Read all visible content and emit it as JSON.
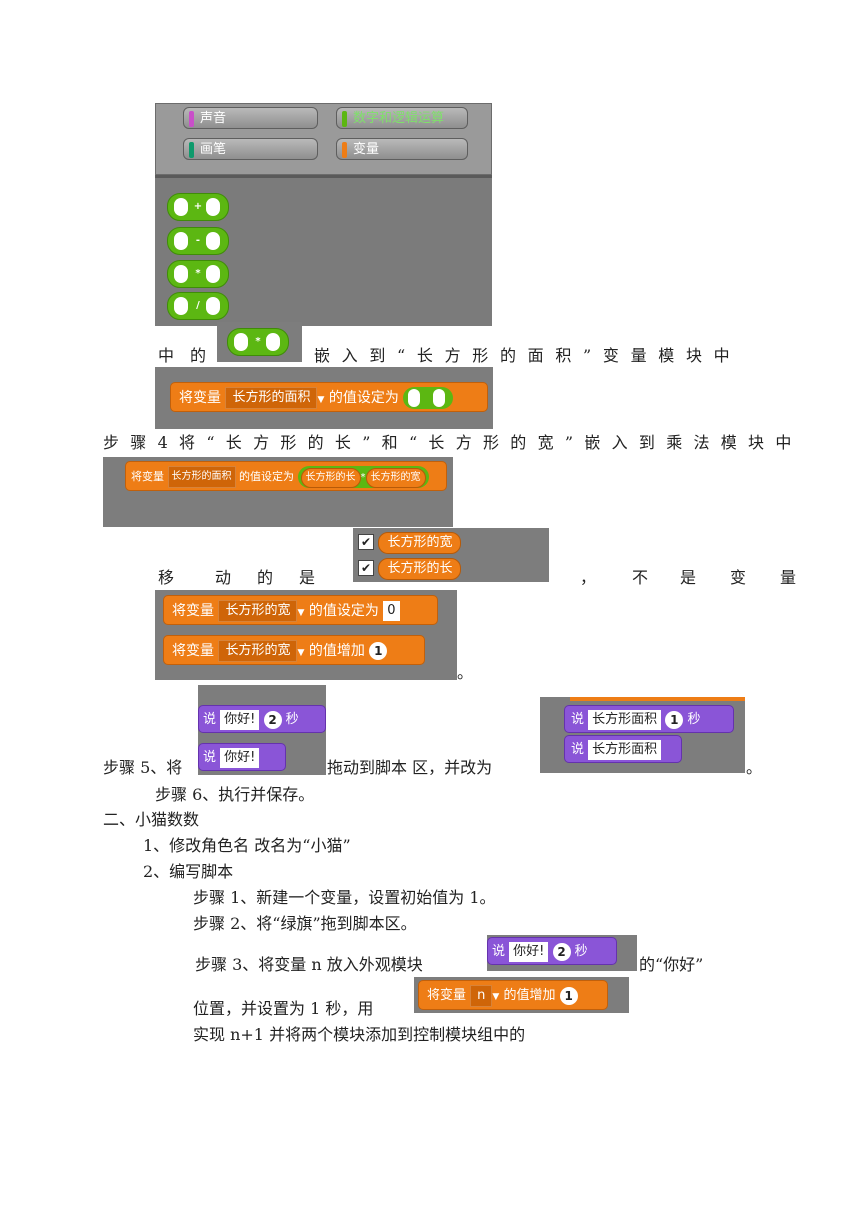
{
  "palette": {
    "categories": [
      {
        "label": "声音",
        "color": "#c94fc9"
      },
      {
        "label": "数字和逻辑运算",
        "color": "#5cb712"
      },
      {
        "label": "画笔",
        "color": "#0e9a6c"
      },
      {
        "label": "变量",
        "color": "#ee7d16"
      }
    ],
    "operators": [
      "+",
      "-",
      "*",
      "/"
    ]
  },
  "line1": {
    "a": "中",
    "b": "的",
    "c": "嵌 入 到 “ 长 方 形 的 面 积 ” 变 量 模 块 中"
  },
  "block_set_area": {
    "prefix": "将变量",
    "var": "长方形的面积",
    "suffix": "的值设定为"
  },
  "line2": "步 骤 4 将 “ 长 方 形 的 长 ” 和 “ 长 方 形 的 宽 ” 嵌 入 到 乘 法 模 块 中",
  "block_set_area2": {
    "prefix": "将变量",
    "var": "长方形的面积",
    "suffix": "的值设定为",
    "left": "长方形的长",
    "op": "*",
    "right": "长方形的宽"
  },
  "line3": {
    "a": "移",
    "b": "动",
    "c": "的",
    "d": "是",
    "comma": "，",
    "e": "不",
    "f": "是",
    "g": "变",
    "h": "量"
  },
  "var_list": [
    {
      "check": "✔",
      "name": "长方形的宽"
    },
    {
      "check": "✔",
      "name": "长方形的长"
    }
  ],
  "block_set_width": {
    "prefix": "将变量",
    "var": "长方形的宽",
    "suffix": "的值设定为",
    "value": "0"
  },
  "block_inc_width": {
    "prefix": "将变量",
    "var": "长方形的宽",
    "suffix": "的值增加",
    "value": "1"
  },
  "period1": "。",
  "block_say_secs": {
    "say": "说",
    "text": "你好!",
    "secs": "2",
    "unit": "秒"
  },
  "block_say": {
    "say": "说",
    "text": "你好!"
  },
  "block_say_area_secs": {
    "say": "说",
    "text": "长方形面积",
    "secs": "1",
    "unit": "秒"
  },
  "block_say_area": {
    "say": "说",
    "text": "长方形面积"
  },
  "step5": {
    "a": "步骤 5、将",
    "b": "拖动到脚本  区，并改为",
    "c": "。"
  },
  "step6": "步骤 6、执行并保存。",
  "section2": "二、小猫数数",
  "item1": "1、修改角色名    改名为“小猫”",
  "item2": "2、编写脚本",
  "s1": "步骤 1、新建一个变量，设置初始值为 1。",
  "s2": "步骤 2、将“绿旗”拖到脚本区。",
  "s3": {
    "a": "步骤 3、将变量 n    放入外观模块",
    "b": "的“你好”"
  },
  "block_say_secs2": {
    "say": "说",
    "text": "你好!",
    "secs": "2",
    "unit": "秒"
  },
  "s4": {
    "a": "位置，并设置为 1 秒，用"
  },
  "block_inc_n": {
    "prefix": "将变量",
    "var": "n",
    "suffix": "的值增加",
    "value": "1"
  },
  "s5": "实现 n+1 并将两个模块添加到控制模块组中的"
}
